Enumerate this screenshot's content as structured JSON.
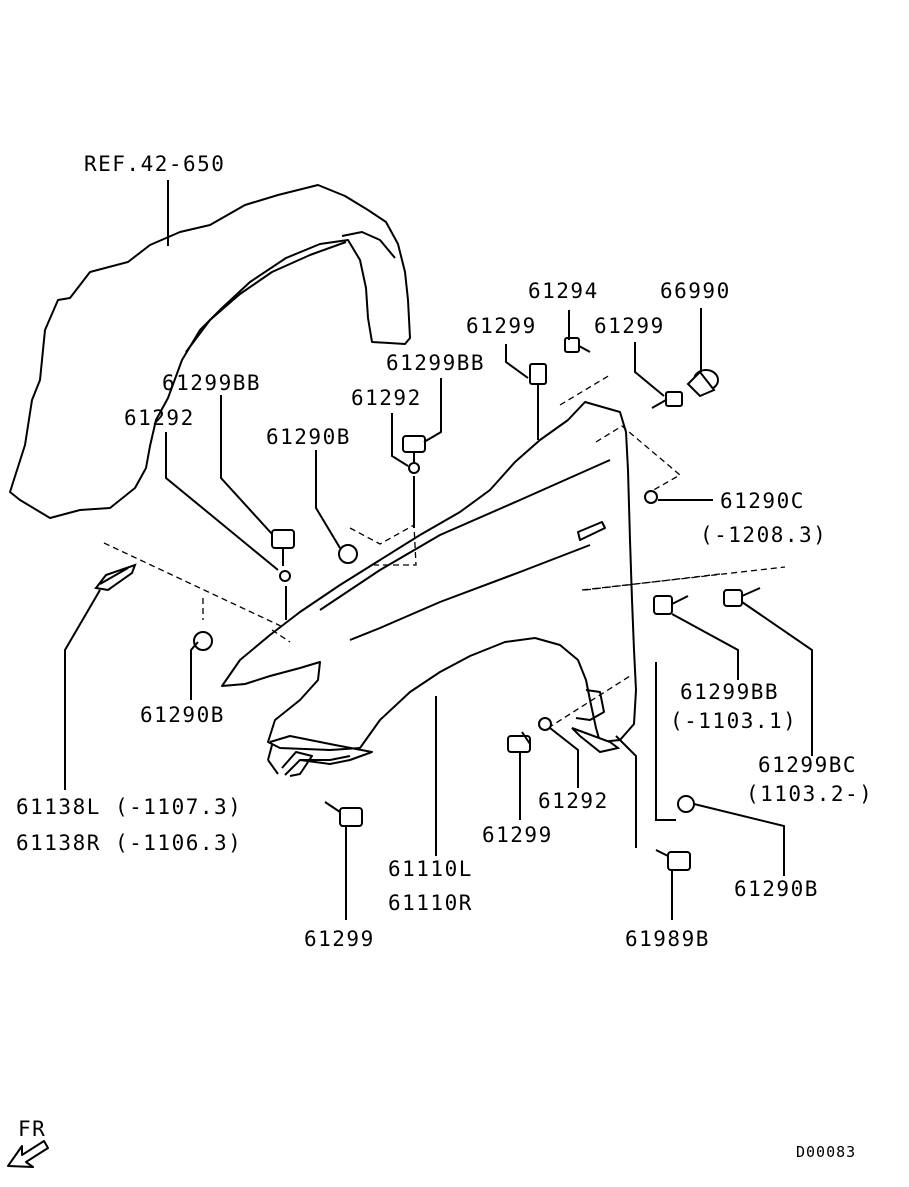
{
  "labels": {
    "ref": "REF.42-650",
    "p61294": "61294",
    "p66990": "66990",
    "p61299_a": "61299",
    "p61299_b": "61299",
    "p61299bb_a": "61299BB",
    "p61299bb_b": "61299BB",
    "p61292_a": "61292",
    "p61292_b": "61292",
    "p61290b_a": "61290B",
    "p61290c": "61290C",
    "p61290c_note": "(-1208.3)",
    "p61290b_b": "61290B",
    "p61299bb_c": "61299BB",
    "p61299bb_c_note": "(-1103.1)",
    "p61299bc": "61299BC",
    "p61299bc_note": "(1103.2-)",
    "p61138l": "61138L (-1107.3)",
    "p61138r": "61138R (-1106.3)",
    "p61292_c": "61292",
    "p61299_c": "61299",
    "p61110l": "61110L",
    "p61110r": "61110R",
    "p61290b_c": "61290B",
    "p61299_d": "61299",
    "p61989b": "61989B",
    "fr": "FR",
    "code": "D00083"
  },
  "icons": {
    "fr_arrow": "arrow-down-left-icon"
  }
}
